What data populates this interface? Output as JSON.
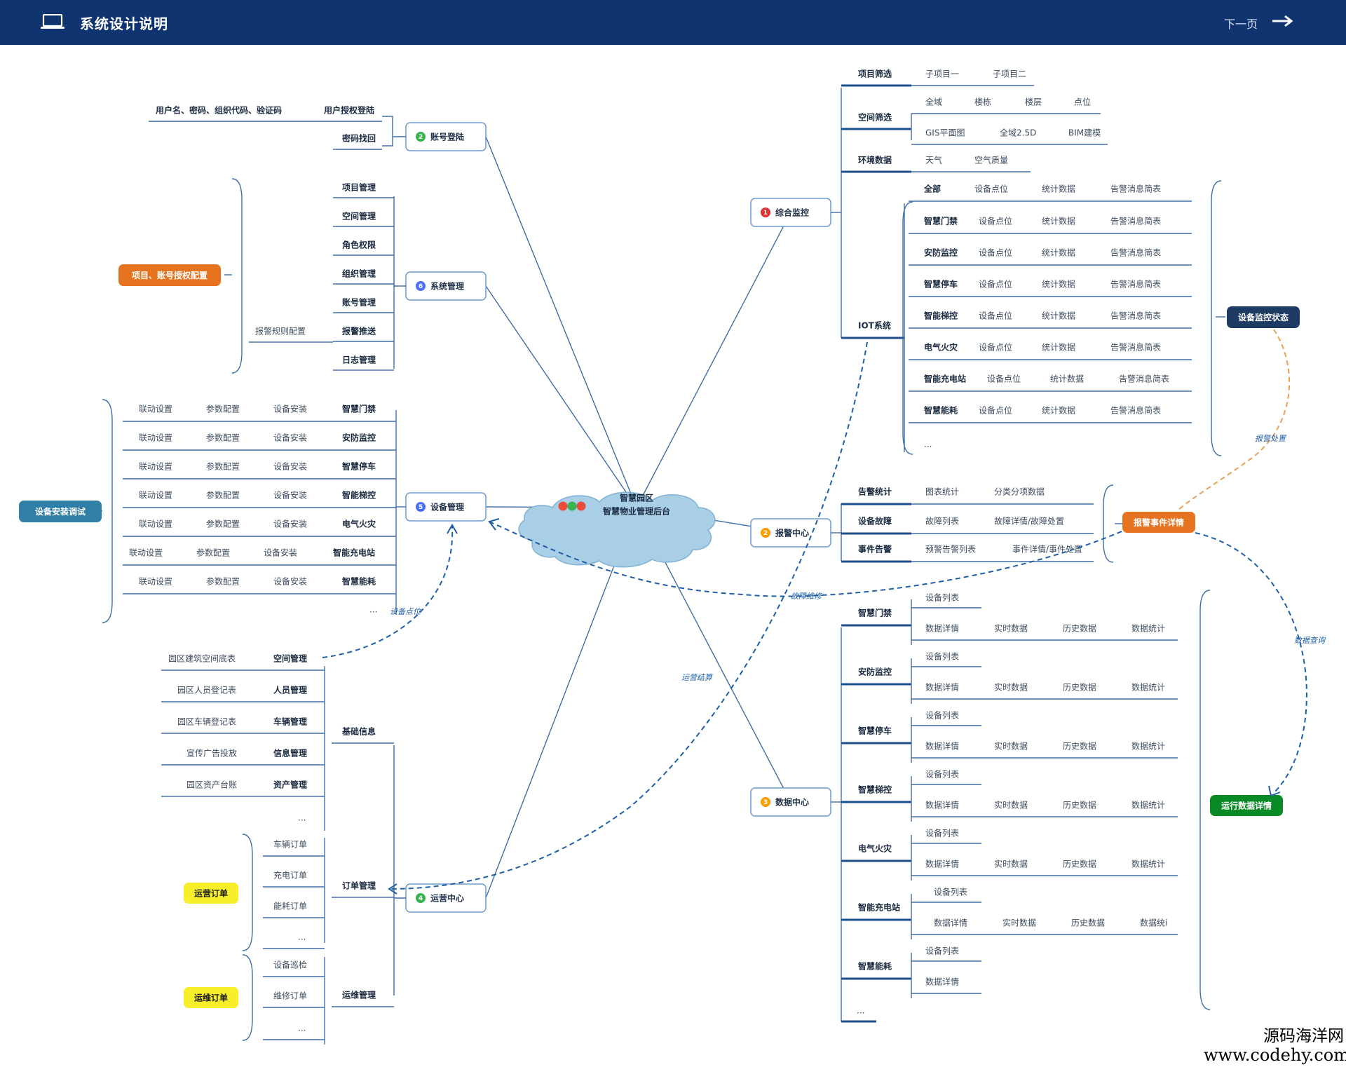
{
  "header": {
    "title": "系统设计说明",
    "next_label": "下一页",
    "icons": {
      "left": "laptop-icon",
      "right": "arrow-right-icon"
    }
  },
  "colors": {
    "header_bg": "#0f3470",
    "center_cloud": "#a9cfe6",
    "orange": "#e5731f",
    "navy": "#1d3b63",
    "teal": "#2f7fa6",
    "green": "#0a8a25",
    "yellow": "#f8ef2a",
    "red": "#e94a3a",
    "link": "#3f6ea6"
  },
  "center": {
    "line1": "智慧园区",
    "line2": "智慧物业管理后台"
  },
  "nodes": {
    "account_login": {
      "num": "2",
      "label": "账号登陆",
      "num_color": "#37b24d"
    },
    "system_mgmt": {
      "num": "6",
      "label": "系统管理",
      "num_color": "#4c6ef5"
    },
    "device_mgmt": {
      "num": "5",
      "label": "设备管理",
      "num_color": "#4c6ef5"
    },
    "ops_center": {
      "num": "4",
      "label": "运营中心",
      "num_color": "#37b24d"
    },
    "monitor": {
      "num": "1",
      "label": "综合监控",
      "num_color": "#e03131"
    },
    "alarm": {
      "num": "2",
      "label": "报警中心",
      "num_color": "#f59f00"
    },
    "data_center": {
      "num": "3",
      "label": "数据中心",
      "num_color": "#f59f00"
    }
  },
  "account": {
    "login_desc": "用户名、密码、组织代码、验证码",
    "auth_login": "用户授权登陆",
    "pwd_reset": "密码找回"
  },
  "system": {
    "items": [
      "项目管理",
      "空间管理",
      "角色权限",
      "组织管理",
      "账号管理",
      "报警推送",
      "日志管理"
    ],
    "alarm_rule": "报警规则配置",
    "tag": "项目、账号授权配置"
  },
  "device": {
    "rows": [
      {
        "a": "联动设置",
        "b": "参数配置",
        "c": "设备安装",
        "d": "智慧门禁"
      },
      {
        "a": "联动设置",
        "b": "参数配置",
        "c": "设备安装",
        "d": "安防监控"
      },
      {
        "a": "联动设置",
        "b": "参数配置",
        "c": "设备安装",
        "d": "智慧停车"
      },
      {
        "a": "联动设置",
        "b": "参数配置",
        "c": "设备安装",
        "d": "智能梯控"
      },
      {
        "a": "联动设置",
        "b": "参数配置",
        "c": "设备安装",
        "d": "电气火灾"
      },
      {
        "a": "联动设置",
        "b": "参数配置",
        "c": "设备安装",
        "d": "智能充电站"
      },
      {
        "a": "联动设置",
        "b": "参数配置",
        "c": "设备安装",
        "d": "智慧能耗"
      }
    ],
    "more": "...",
    "tag": "设备安装调试"
  },
  "ops": {
    "basic_info": "基础信息",
    "basic_rows": [
      {
        "left": "园区建筑空间底表",
        "right": "空间管理"
      },
      {
        "left": "园区人员登记表",
        "right": "人员管理"
      },
      {
        "left": "园区车辆登记表",
        "right": "车辆管理"
      },
      {
        "left": "宣传广告投放",
        "right": "信息管理"
      },
      {
        "left": "园区资产台账",
        "right": "资产管理"
      }
    ],
    "basic_more": "...",
    "order_mgmt": "订单管理",
    "order_items": [
      "车辆订单",
      "充电订单",
      "能耗订单",
      "..."
    ],
    "maint_mgmt": "运维管理",
    "maint_items": [
      "设备巡检",
      "维修订单",
      "..."
    ],
    "tag_ops_order": "运营订单",
    "tag_maint_order": "运维订单"
  },
  "monitor": {
    "project_filter": {
      "label": "项目筛选",
      "items": [
        "子项目一",
        "子项目二"
      ]
    },
    "space_filter": {
      "label": "空间筛选",
      "row1": [
        "全域",
        "楼栋",
        "楼层",
        "点位"
      ],
      "row2": [
        "GIS平面图",
        "全域2.5D",
        "BIM建模"
      ]
    },
    "env_data": {
      "label": "环境数据",
      "items": [
        "天气",
        "空气质量"
      ]
    },
    "iot": {
      "label": "IOT系统",
      "rows": [
        {
          "name": "全部",
          "a": "设备点位",
          "b": "统计数据",
          "c": "告警消息简表"
        },
        {
          "name": "智慧门禁",
          "a": "设备点位",
          "b": "统计数据",
          "c": "告警消息简表"
        },
        {
          "name": "安防监控",
          "a": "设备点位",
          "b": "统计数据",
          "c": "告警消息简表"
        },
        {
          "name": "智慧停车",
          "a": "设备点位",
          "b": "统计数据",
          "c": "告警消息简表"
        },
        {
          "name": "智能梯控",
          "a": "设备点位",
          "b": "统计数据",
          "c": "告警消息简表"
        },
        {
          "name": "电气火灾",
          "a": "设备点位",
          "b": "统计数据",
          "c": "告警消息简表"
        },
        {
          "name": "智能充电站",
          "a": "设备点位",
          "b": "统计数据",
          "c": "告警消息简表"
        },
        {
          "name": "智慧能耗",
          "a": "设备点位",
          "b": "统计数据",
          "c": "告警消息简表"
        }
      ],
      "more": "..."
    },
    "tag": "设备监控状态"
  },
  "alarm": {
    "rows": [
      {
        "name": "告警统计",
        "a": "图表统计",
        "b": "分类分项数据"
      },
      {
        "name": "设备故障",
        "a": "故障列表",
        "b": "故障详情/故障处置"
      },
      {
        "name": "事件告警",
        "a": "预警告警列表",
        "b": "事件详情/事件处置"
      }
    ],
    "tag": "报警事件详情"
  },
  "data_center": {
    "groups": [
      {
        "name": "智慧门禁",
        "list": "设备列表",
        "items": [
          "数据详情",
          "实时数据",
          "历史数据",
          "数据统计"
        ]
      },
      {
        "name": "安防监控",
        "list": "设备列表",
        "items": [
          "数据详情",
          "实时数据",
          "历史数据",
          "数据统计"
        ]
      },
      {
        "name": "智慧停车",
        "list": "设备列表",
        "items": [
          "数据详情",
          "实时数据",
          "历史数据",
          "数据统计"
        ]
      },
      {
        "name": "智慧梯控",
        "list": "设备列表",
        "items": [
          "数据详情",
          "实时数据",
          "历史数据",
          "数据统计"
        ]
      },
      {
        "name": "电气火灾",
        "list": "设备列表",
        "items": [
          "数据详情",
          "实时数据",
          "历史数据",
          "数据统计"
        ]
      },
      {
        "name": "智能充电站",
        "list": "设备列表",
        "items": [
          "数据详情",
          "实时数据",
          "历史数据",
          "数据统i"
        ]
      },
      {
        "name": "智慧能耗",
        "list": "设备列表",
        "items": [
          "数据详情"
        ]
      }
    ],
    "more": "...",
    "tag": "运行数据详情"
  },
  "dashed_labels": {
    "device_point": "设备点位",
    "fault_repair": "故障维修",
    "ops_settlement": "运营结算",
    "alarm_handle": "报警处置",
    "data_query": "数据查询"
  },
  "watermark": {
    "cn": "源码海洋网",
    "en": "www.codehy.com"
  }
}
